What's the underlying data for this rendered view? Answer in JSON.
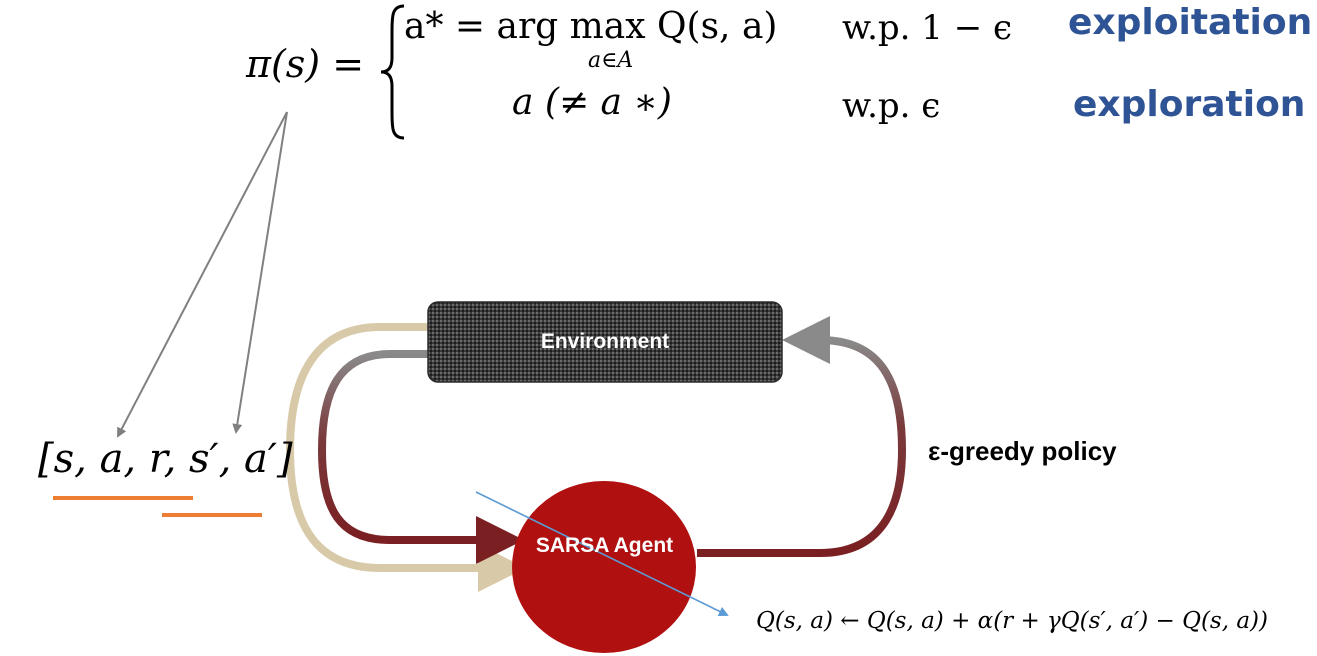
{
  "policy": {
    "lhs": "π(s) =",
    "case1_expr": "a* = arg max Q(s, a)",
    "case1_sub": "a∈A",
    "case1_prob": "w.p.  1 − ϵ",
    "case2_expr": "a (≠ a ∗)",
    "case2_prob": "w.p.  ϵ"
  },
  "labels": {
    "exploitation": "exploitation",
    "exploration": "exploration",
    "environment": "Environment",
    "agent": "SARSA Agent",
    "policy": "ε-greedy policy"
  },
  "tuple": "[s, a, r, s′, a′]",
  "update_rule": "Q(s, a) ← Q(s, a) + α(r + γQ(s′, a′) − Q(s, a))",
  "colors": {
    "accent_blue": "#2f5496",
    "agent_red": "#b01010",
    "loop_dark_red": "#7a1f22",
    "loop_tan": "#d8c9a8",
    "underline_orange": "#ed7d31",
    "pointer_gray": "#808080",
    "pointer_blue": "#5b9bd5"
  }
}
